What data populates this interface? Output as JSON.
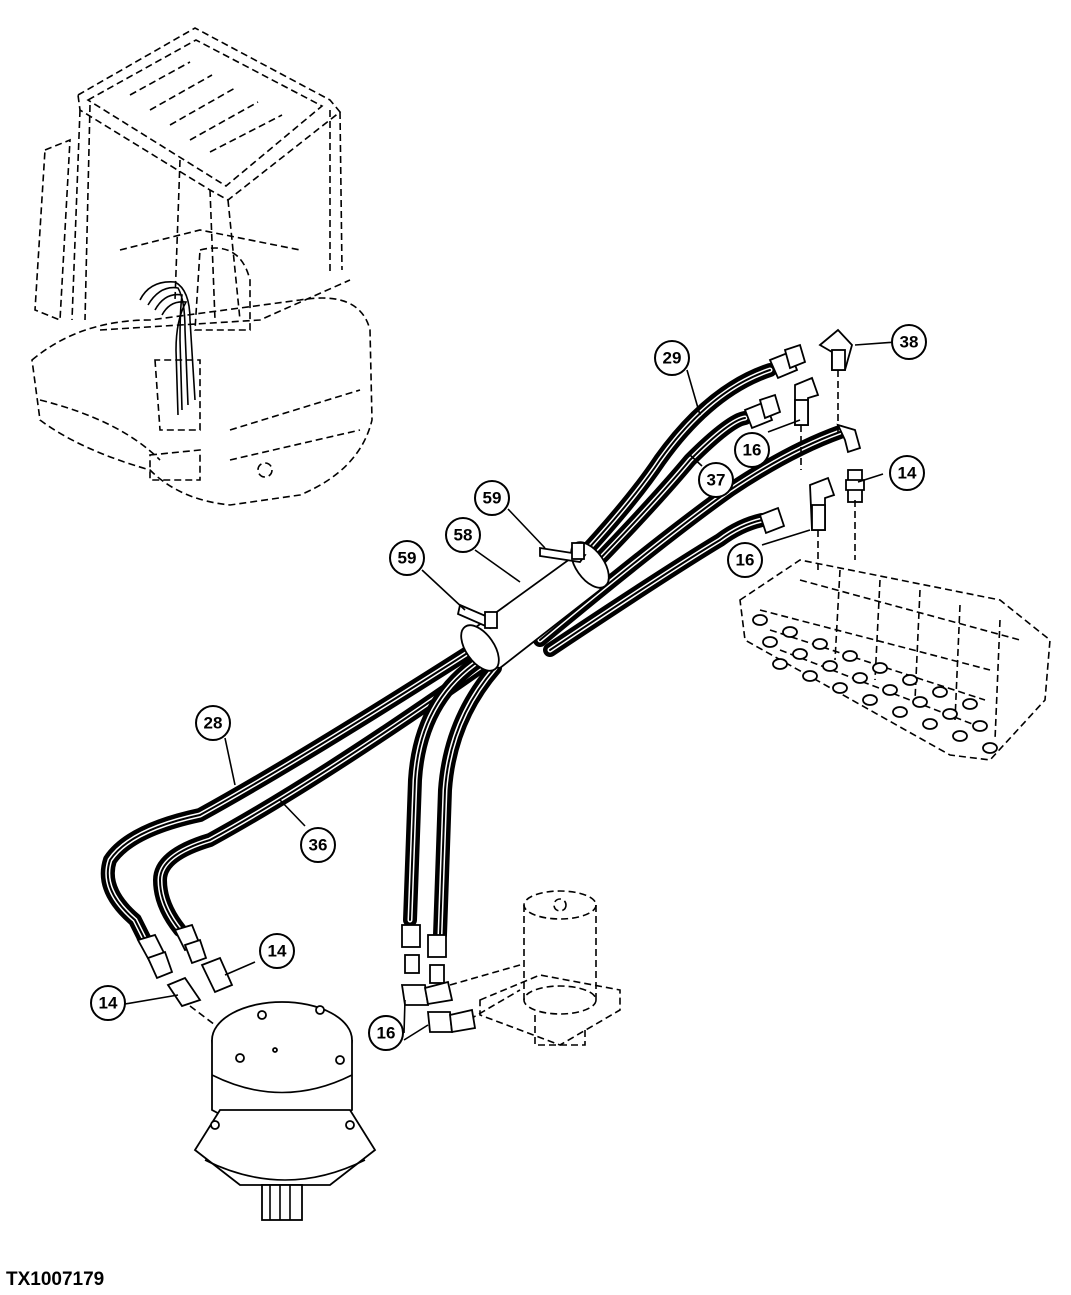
{
  "figure_id": "TX1007179",
  "callouts": [
    {
      "label": "29"
    },
    {
      "label": "38"
    },
    {
      "label": "16"
    },
    {
      "label": "37"
    },
    {
      "label": "14"
    },
    {
      "label": "59"
    },
    {
      "label": "58"
    },
    {
      "label": "59"
    },
    {
      "label": "16"
    },
    {
      "label": "28"
    },
    {
      "label": "36"
    },
    {
      "label": "14"
    },
    {
      "label": "14"
    },
    {
      "label": "16"
    }
  ]
}
